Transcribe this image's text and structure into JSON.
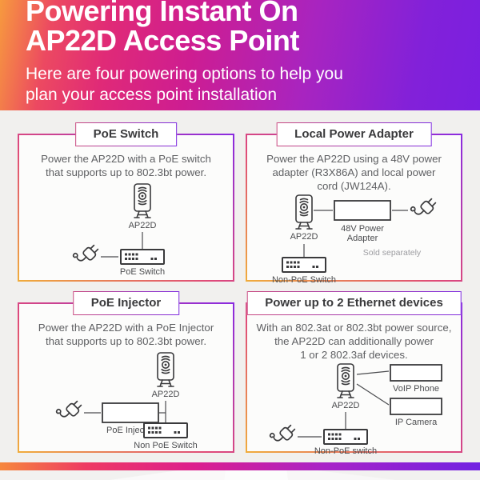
{
  "header": {
    "title_line1": "Powering Instant On",
    "title_line2": "AP22D Access Point",
    "subtitle_line1": "Here are four powering options to help you",
    "subtitle_line2": "plan your access point installation"
  },
  "colors": {
    "header_gradient_left": "#f79a3e",
    "header_gradient_mid": "#ce1d91",
    "header_gradient_right": "#7b1fe0",
    "panel_border_top_right": "#8a2be0",
    "panel_border_mid": "#df4a7a",
    "panel_border_bottom_left": "#f0ac3c",
    "stripe_left": "#f6873c",
    "stripe_right": "#7222e2",
    "heading_text": "#3a3a3c",
    "body_text": "#5f6063",
    "muted_text": "#9c9ca0",
    "icon_stroke": "#3a3a3c"
  },
  "panels": [
    {
      "title": "PoE Switch",
      "body_line1": "Power the AP22D with a PoE switch",
      "body_line2": "that supports up to 802.3bt power.",
      "labels": {
        "ap": "AP22D",
        "switch": "PoE Switch"
      }
    },
    {
      "title": "Local Power Adapter",
      "body_line1": "Power the AP22D using a 48V power",
      "body_line2": "adapter (R3X86A) and local power",
      "body_line3": "cord (JW124A).",
      "labels": {
        "ap": "AP22D",
        "adapter_line1": "48V Power",
        "adapter_line2": "Adapter",
        "sold_separately": "Sold separately",
        "switch": "Non-PoE Switch"
      }
    },
    {
      "title": "PoE Injector",
      "body_line1": "Power the AP22D with a PoE Injector",
      "body_line2": "that supports up to 802.3bt power.",
      "labels": {
        "ap": "AP22D",
        "injector": "PoE Injector",
        "switch": "Non PoE Switch"
      }
    },
    {
      "title": "Power up to 2 Ethernet devices",
      "body_line1": "With an 802.3at or 802.3bt power source,",
      "body_line2": "the AP22D can additionally power",
      "body_line3": "1 or 2 802.3af devices.",
      "labels": {
        "ap": "AP22D",
        "voip": "VoIP Phone",
        "camera": "IP Camera",
        "switch": "Non-PoE switch"
      }
    }
  ]
}
